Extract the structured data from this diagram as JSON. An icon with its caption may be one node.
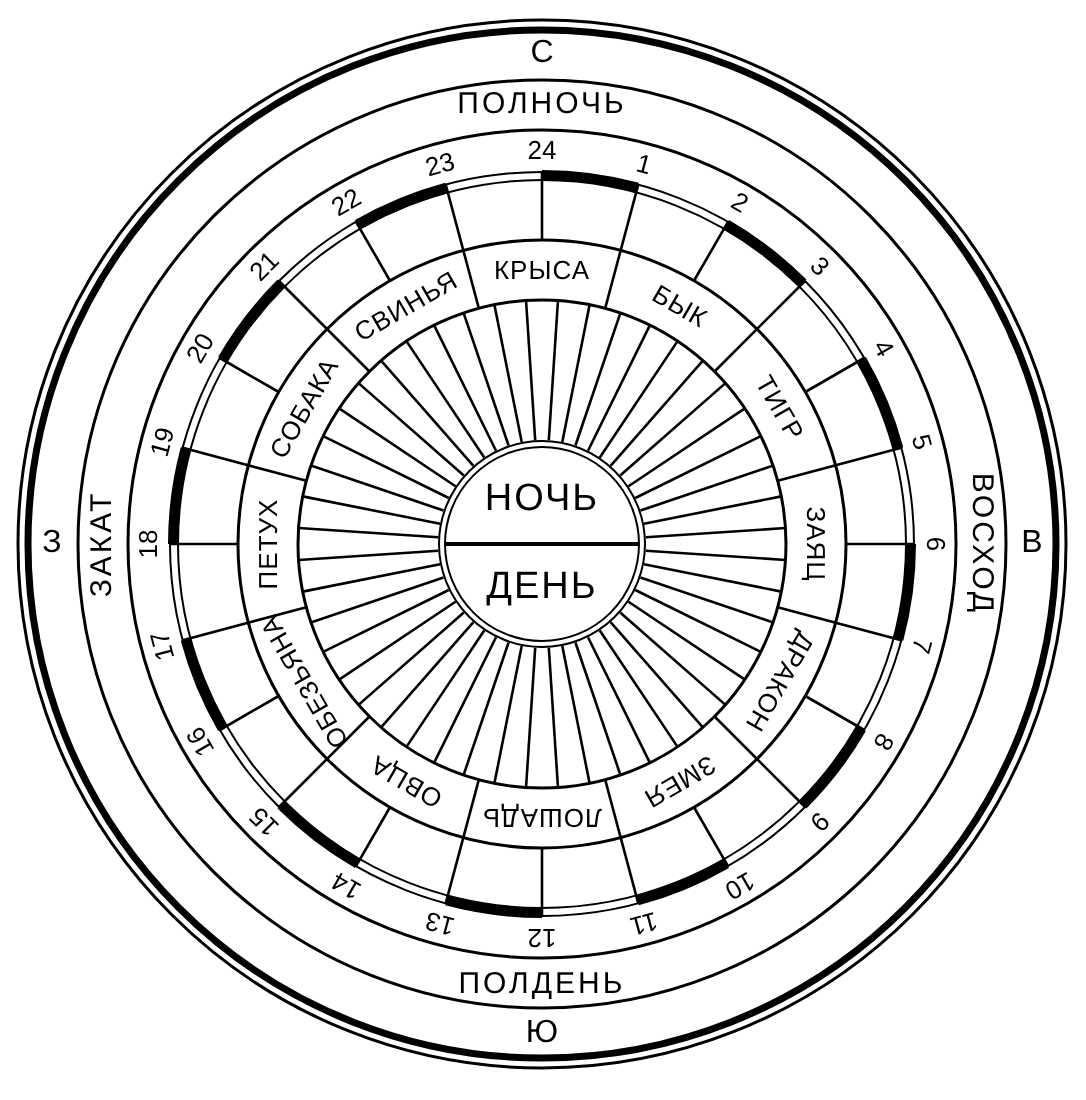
{
  "diagram": {
    "nodes": [
      {
        "text": [
          "НОЧЬ",
          "ДЕНЬ"
        ]
      }
    ],
    "labels": [
      "С",
      "ПОЛНОЧЬ",
      "В",
      "ВОСХОД",
      "Ю",
      "ПОЛДЕНЬ",
      "З",
      "ЗАКАТ",
      "24",
      "1",
      "2",
      "3",
      "4",
      "5",
      "6",
      "7",
      "8",
      "9",
      "10",
      "11",
      "12",
      "13",
      "14",
      "15",
      "16",
      "17",
      "18",
      "19",
      "20",
      "21",
      "22",
      "23",
      "КРЫСА",
      "БЫК",
      "ТИГР",
      "ЗАЯЦ",
      "ДРАКОН",
      "ЗМЕЯ",
      "ЛОШАДЬ",
      "ОВЦА",
      "ОБЕЗЬЯНА",
      "ПЕТУХ",
      "СОБАКА",
      "СВИНЬЯ"
    ]
  }
}
